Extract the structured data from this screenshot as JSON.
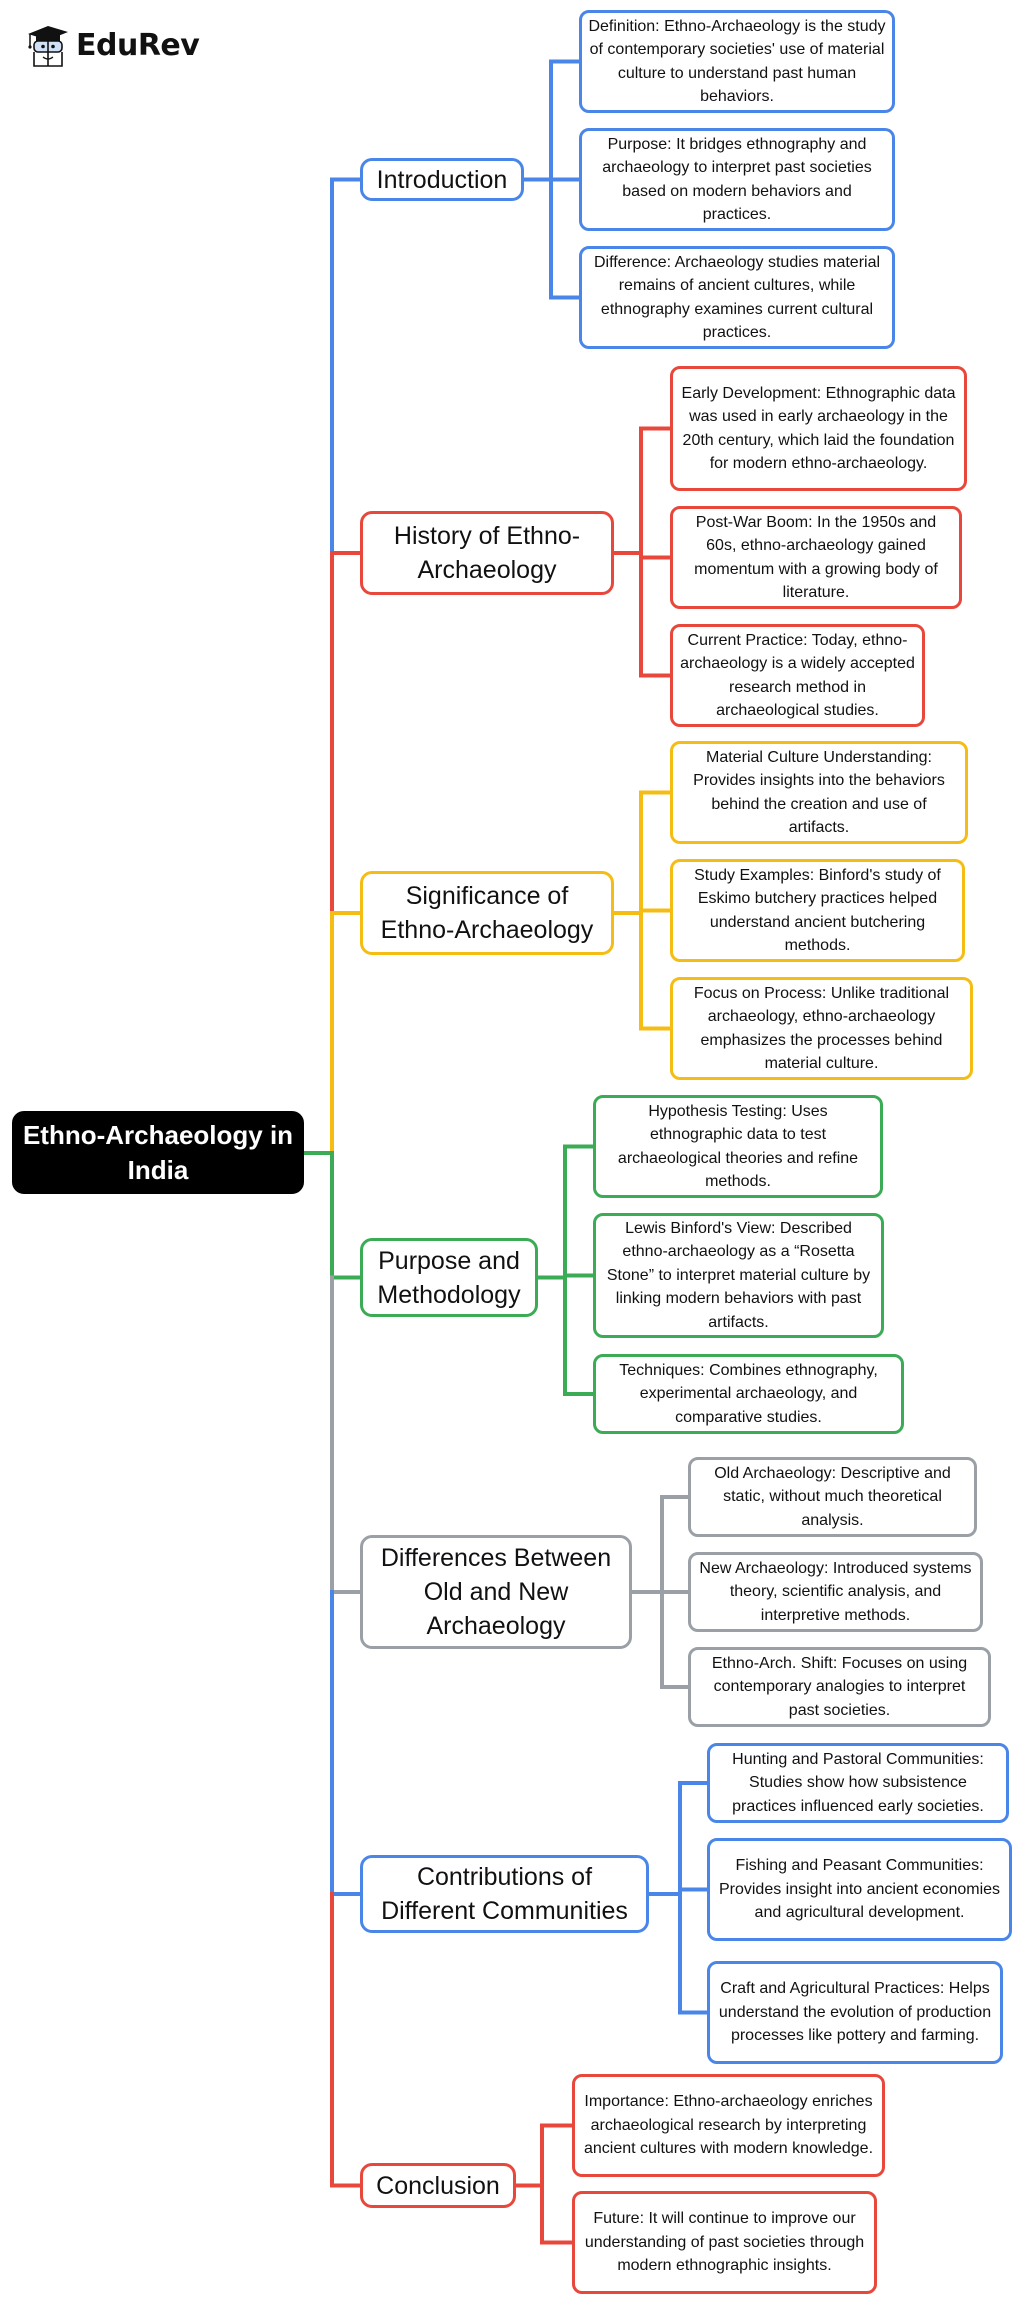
{
  "brand": {
    "name": "EduRev",
    "icon": "graduation-cap-mascot-icon"
  },
  "colors": {
    "blue": "#4a86e8",
    "red": "#e8473c",
    "yellow": "#f5bd14",
    "green": "#3bab56",
    "gray": "#9aa0a6",
    "root_bg": "#000000",
    "root_text": "#ffffff"
  },
  "root": {
    "title": "Ethno-Archaeology in India"
  },
  "branches": [
    {
      "title": "Introduction",
      "color": "blue",
      "children": [
        "Definition: Ethno-Archaeology is the study of contemporary societies' use of material culture to understand past human behaviors.",
        "Purpose: It bridges ethnography and archaeology to interpret past societies based on modern behaviors and practices.",
        "Difference: Archaeology studies material remains of ancient cultures, while ethnography examines current cultural practices."
      ]
    },
    {
      "title": "History of Ethno-Archaeology",
      "color": "red",
      "children": [
        "Early Development: Ethnographic data was used in early archaeology in the 20th century, which laid the foundation for modern ethno-archaeology.",
        "Post-War Boom: In the 1950s and 60s, ethno-archaeology gained momentum with a growing body of literature.",
        "Current Practice: Today, ethno-archaeology is a widely accepted research method in archaeological studies."
      ]
    },
    {
      "title": "Significance of Ethno-Archaeology",
      "color": "yellow",
      "children": [
        "Material Culture Understanding: Provides insights into the behaviors behind the creation and use of artifacts.",
        "Study Examples: Binford's study of Eskimo butchery practices helped understand ancient butchering methods.",
        "Focus on Process: Unlike traditional archaeology, ethno-archaeology emphasizes the processes behind material culture."
      ]
    },
    {
      "title": "Purpose and Methodology",
      "color": "green",
      "children": [
        "Hypothesis Testing: Uses ethnographic data to test archaeological theories and refine methods.",
        "Lewis Binford's View: Described ethno-archaeology as a “Rosetta Stone” to interpret material culture by linking modern behaviors with past artifacts.",
        "Techniques: Combines ethnography, experimental archaeology, and comparative studies."
      ]
    },
    {
      "title": "Differences Between Old and New Archaeology",
      "color": "gray",
      "children": [
        "Old Archaeology: Descriptive and static, without much theoretical analysis.",
        "New Archaeology: Introduced systems theory, scientific analysis, and interpretive methods.",
        "Ethno-Arch. Shift: Focuses on using contemporary analogies to interpret past societies."
      ]
    },
    {
      "title": "Contributions of Different Communities",
      "color": "blue",
      "children": [
        "Hunting and Pastoral Communities: Studies show how subsistence practices influenced early societies.",
        "Fishing and Peasant Communities: Provides insight into ancient economies and agricultural development.",
        "Craft and Agricultural Practices: Helps understand the evolution of production processes like pottery and farming."
      ]
    },
    {
      "title": "Conclusion",
      "color": "red",
      "children": [
        "Importance: Ethno-archaeology enriches archaeological research by interpreting ancient cultures with modern knowledge.",
        "Future: It will continue to improve our understanding of past societies through modern ethnographic insights."
      ]
    }
  ]
}
